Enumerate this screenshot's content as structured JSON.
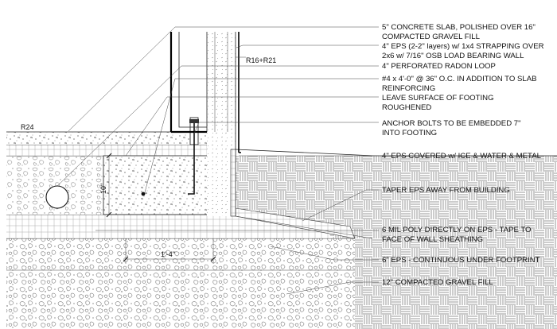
{
  "drawing": {
    "labels": [
      {
        "id": "slab",
        "lines": [
          "5\" CONCRETE SLAB, POLISHED OVER 16\"",
          "COMPACTED GRAVEL FILL"
        ]
      },
      {
        "id": "eps-strapping",
        "lines": [
          "4\" EPS (2-2\" layers) w/ 1x4 STRAPPING OVER",
          "2x6 w/ 7/16\" OSB LOAD BEARING WALL"
        ]
      },
      {
        "id": "radon",
        "lines": [
          "4\" PERFORATED RADON LOOP"
        ]
      },
      {
        "id": "rebar",
        "lines": [
          "#4 x 4'-0\" @ 36\" O.C. IN ADDITION TO SLAB",
          "REINFORCING"
        ]
      },
      {
        "id": "footing-surface",
        "lines": [
          "LEAVE SURFACE OF FOOTING",
          "ROUGHENED"
        ]
      },
      {
        "id": "anchor-bolts",
        "lines": [
          "ANCHOR BOLTS TO BE EMBEDDED 7\"",
          "INTO FOOTING"
        ]
      },
      {
        "id": "eps-covered",
        "lines": [
          "4\" EPS COVERED w/ ICE & WATER & METAL"
        ]
      },
      {
        "id": "taper",
        "lines": [
          "TAPER EPS AWAY FROM BUILDING"
        ]
      },
      {
        "id": "poly",
        "lines": [
          "6 MIL POLY DIRECTLY ON EPS - TAPE TO",
          "FACE OF WALL SHEATHING"
        ]
      },
      {
        "id": "eps-continuous",
        "lines": [
          "6\" EPS - CONTINUOUS UNDER FOOTPRINT"
        ]
      },
      {
        "id": "gravel",
        "lines": [
          "12\" COMPACTED GRAVEL FILL"
        ]
      }
    ],
    "tags": {
      "r_wall": "R16+R21",
      "r_slab": "R24",
      "dim_width": "1'-4\"",
      "dim_height": "10\""
    }
  }
}
